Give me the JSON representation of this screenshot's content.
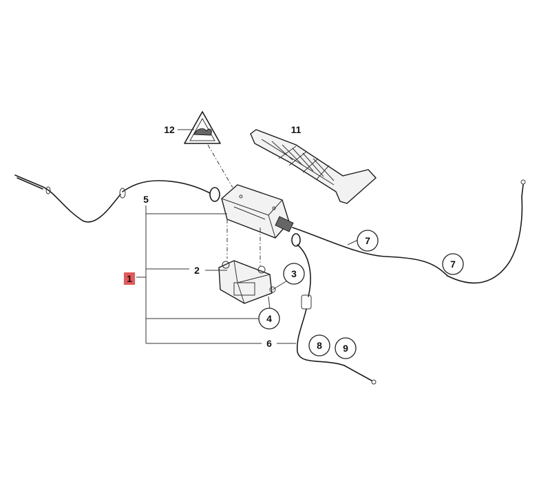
{
  "callouts": {
    "c1": "1",
    "c2": "2",
    "c3": "3",
    "c4": "4",
    "c5": "5",
    "c6": "6",
    "c7a": "7",
    "c7b": "7",
    "c8": "8",
    "c9": "9",
    "c11": "11",
    "c12": "12"
  },
  "colors": {
    "highlight_box": "#e23b3b",
    "line": "#1a1a1a"
  }
}
